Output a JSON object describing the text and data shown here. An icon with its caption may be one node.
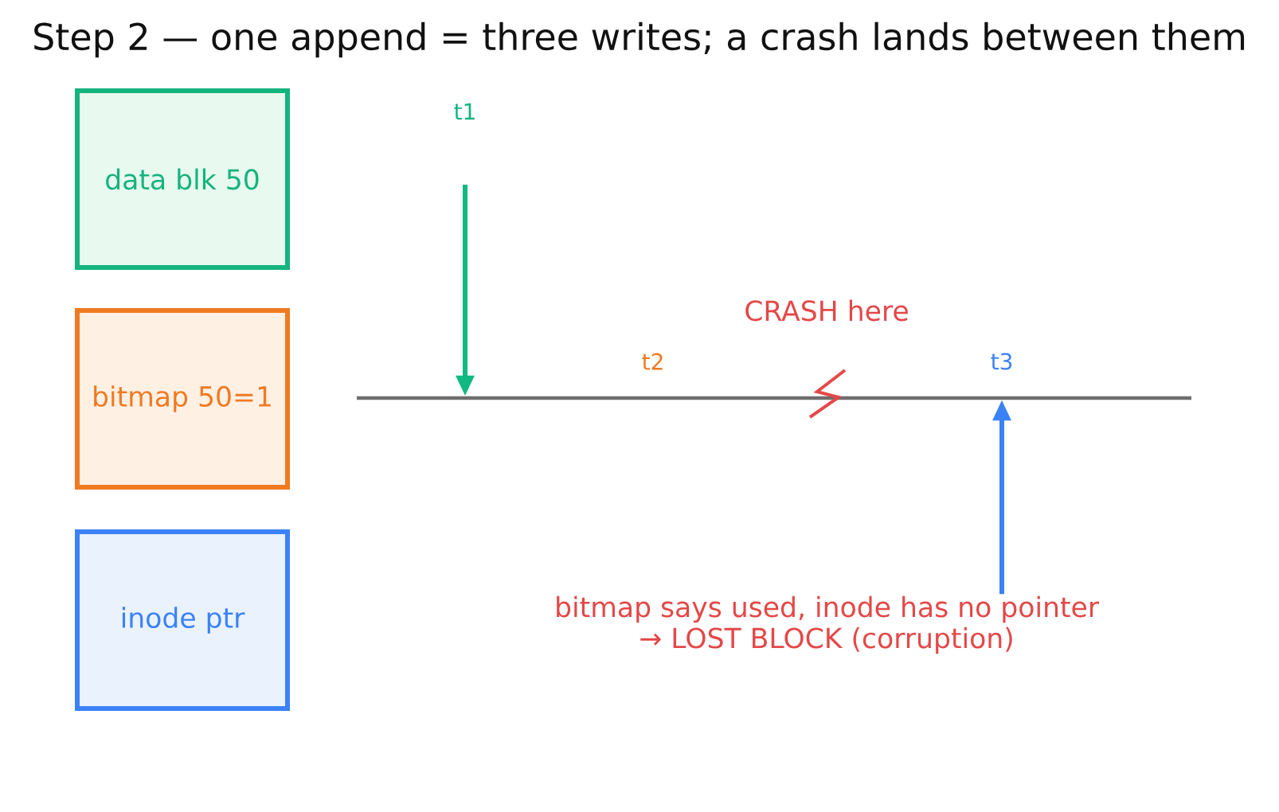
{
  "diagram": {
    "title": "Step 2 — one append = three writes; a crash lands between them",
    "nodes": [
      {
        "text": [
          "data blk 50"
        ]
      },
      {
        "text": [
          "bitmap 50=1"
        ]
      },
      {
        "text": [
          "inode ptr"
        ]
      },
      {
        "text": [],
        "shape": "line"
      },
      {
        "text": [
          "bitmap says used, inode has no pointer → LOST BLOCK (corruption)"
        ]
      }
    ],
    "edges": [
      {
        "from": null,
        "to": 3,
        "arrow": "to",
        "color": "#10b981"
      },
      {
        "from": 4,
        "to": 3,
        "arrow": "to",
        "color": "#3b82f6"
      }
    ],
    "labels": [
      "t1",
      "CRASH here",
      "t2",
      "t3"
    ]
  }
}
